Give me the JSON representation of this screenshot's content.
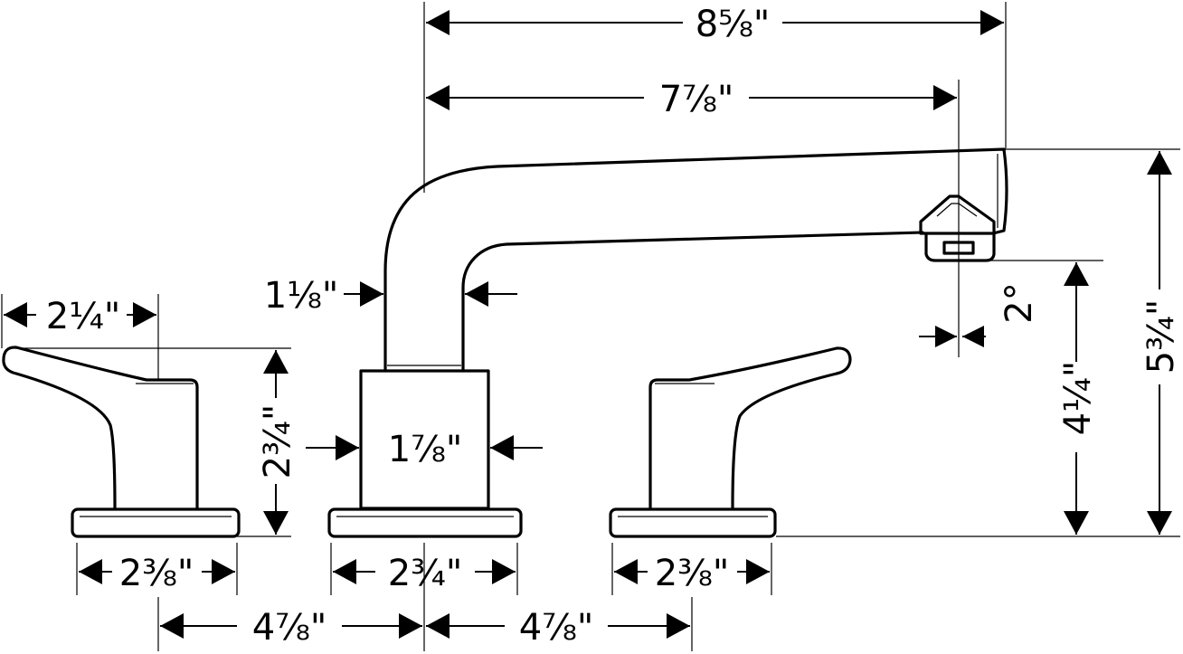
{
  "colors": {
    "line": "#000000",
    "background": "#ffffff"
  },
  "dimensions": {
    "spout_reach_total": "8⅝\"",
    "spout_reach_outlet": "7⅞\"",
    "spout_neck_diameter": "1⅛\"",
    "outlet_angle": "2°",
    "spout_outlet_height": "4¼\"",
    "spout_total_height": "5¾\"",
    "handle_length": "2¼\"",
    "handle_height": "2¾\"",
    "spout_body_width": "1⅞\"",
    "left_base_width": "2⅜\"",
    "center_base_width": "2¾\"",
    "right_base_width": "2⅜\"",
    "spacing_left": "4⅞\"",
    "spacing_right": "4⅞\""
  }
}
